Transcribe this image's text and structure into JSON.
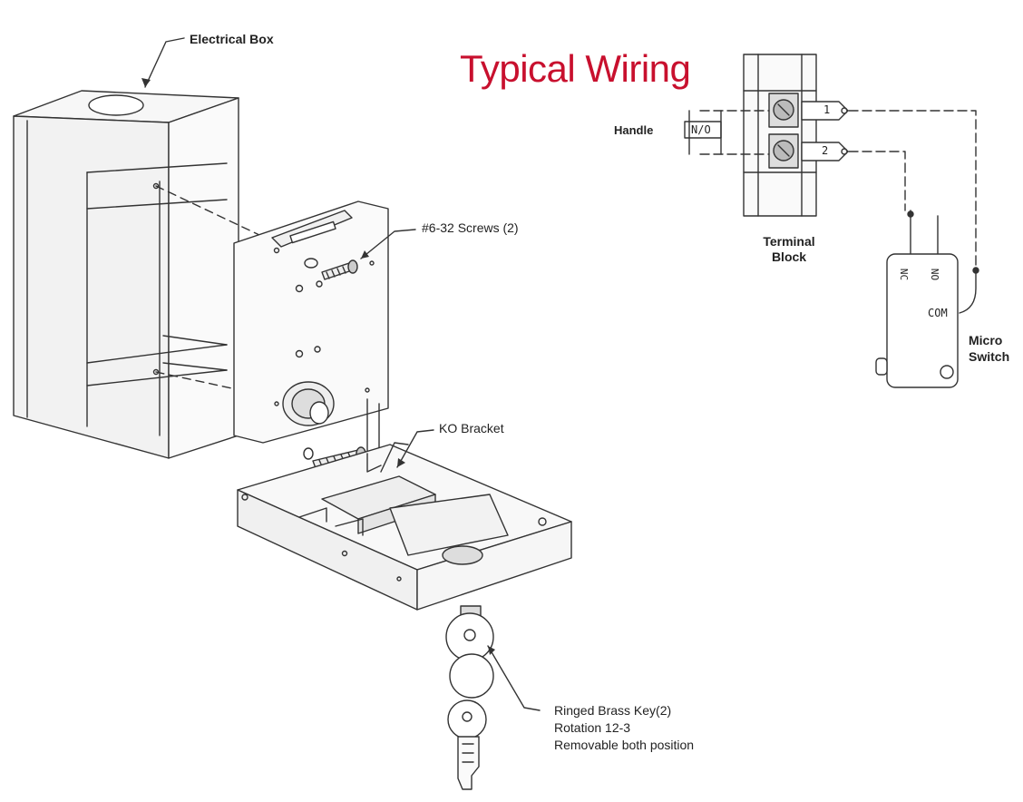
{
  "colors": {
    "title": "#c8102e",
    "line": "#333333"
  },
  "title": "Typical Wiring",
  "callouts": {
    "electrical_box": "Electrical Box",
    "screws": "#6-32 Screws (2)",
    "ko_bracket": "KO Bracket",
    "key_line1": "Ringed Brass Key(2)",
    "key_line2": "Rotation 12-3",
    "key_line3": "Removable both position"
  },
  "wiring": {
    "handle": "Handle",
    "no_contact": "N/O",
    "terminal_1": "1",
    "terminal_2": "2",
    "terminal_block_line1": "Terminal",
    "terminal_block_line2": "Block",
    "nc": "NC",
    "no": "NO",
    "com": "COM",
    "micro_switch_line1": "Micro",
    "micro_switch_line2": "Switch"
  }
}
